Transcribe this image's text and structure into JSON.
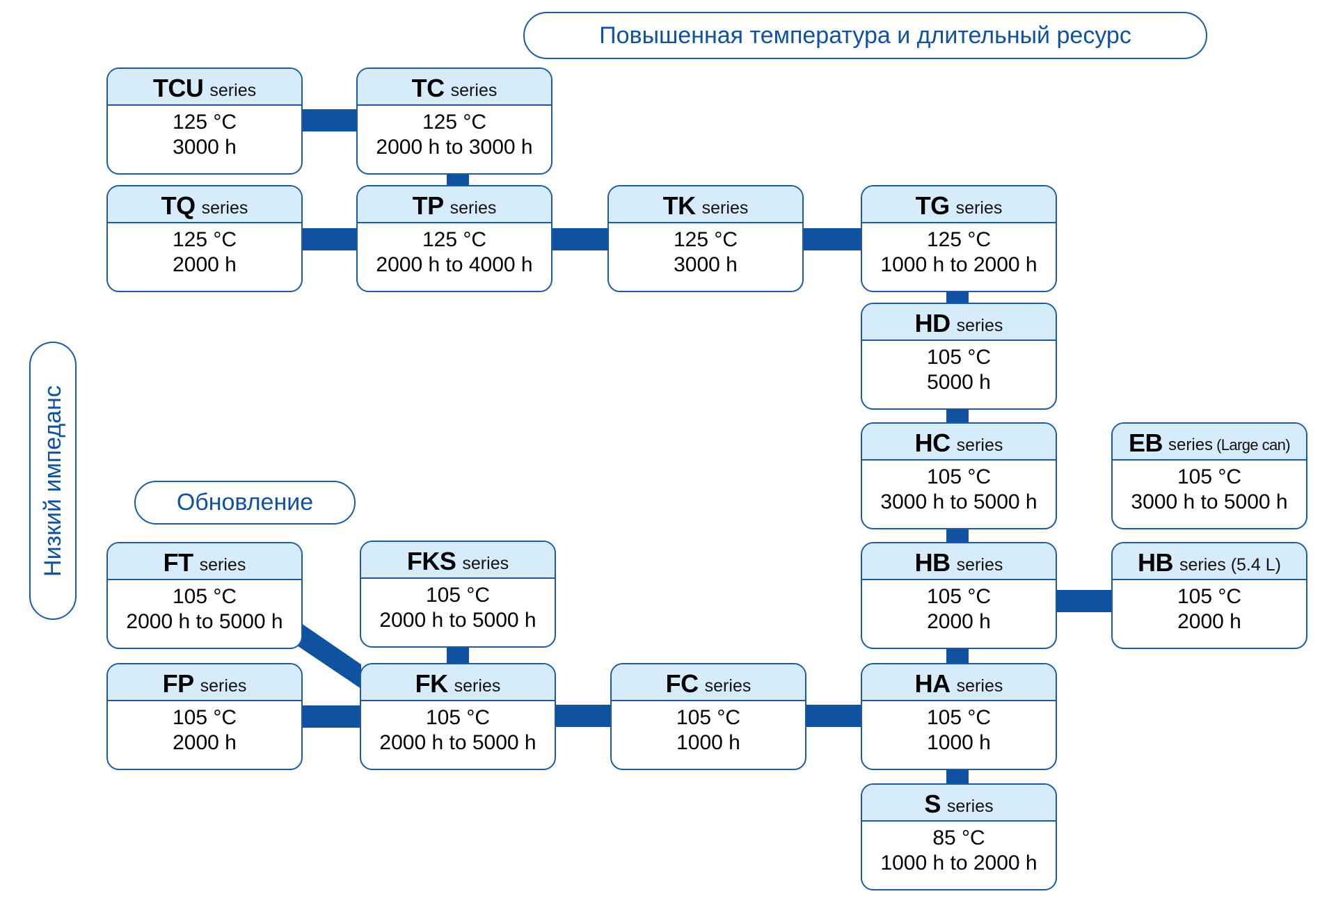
{
  "labels": {
    "top_category": "Повышенная температура и длительный ресурс",
    "left_category": "Низкий импеданс",
    "update_label": "Обновление"
  },
  "series_word": "series",
  "colors": {
    "connector": "#0f52a0",
    "border": "#1a5aa6",
    "header_fill": "#d6ecfb",
    "label_text": "#0f52a0"
  },
  "boxes": {
    "tcu": {
      "code": "TCU",
      "extra": "",
      "temp": "125 °C",
      "life": "3000 h"
    },
    "tc": {
      "code": "TC",
      "extra": "",
      "temp": "125 °C",
      "life": "2000 h to 3000 h"
    },
    "tq": {
      "code": "TQ",
      "extra": "",
      "temp": "125 °C",
      "life": "2000 h"
    },
    "tp": {
      "code": "TP",
      "extra": "",
      "temp": "125 °C",
      "life": "2000 h to 4000 h"
    },
    "tk": {
      "code": "TK",
      "extra": "",
      "temp": "125 °C",
      "life": "3000 h"
    },
    "tg": {
      "code": "TG",
      "extra": "",
      "temp": "125 °C",
      "life": "1000 h to 2000 h"
    },
    "hd": {
      "code": "HD",
      "extra": "",
      "temp": "105 °C",
      "life": "5000 h"
    },
    "hc": {
      "code": "HC",
      "extra": "",
      "temp": "105 °C",
      "life": "3000 h to 5000 h"
    },
    "eb": {
      "code": "EB",
      "extra": "(Large can)",
      "temp": "105 °C",
      "life": "3000 h to 5000 h"
    },
    "hb": {
      "code": "HB",
      "extra": "",
      "temp": "105 °C",
      "life": "2000 h"
    },
    "hb54": {
      "code": "HB",
      "extra": "(5.4 L)",
      "temp": "105 °C",
      "life": "2000 h"
    },
    "ft": {
      "code": "FT",
      "extra": "",
      "temp": "105 °C",
      "life": "2000 h to 5000 h"
    },
    "fks": {
      "code": "FKS",
      "extra": "",
      "temp": "105 °C",
      "life": "2000 h to 5000 h"
    },
    "fp": {
      "code": "FP",
      "extra": "",
      "temp": "105 °C",
      "life": "2000 h"
    },
    "fk": {
      "code": "FK",
      "extra": "",
      "temp": "105 °C",
      "life": "2000 h to 5000 h"
    },
    "fc": {
      "code": "FC",
      "extra": "",
      "temp": "105 °C",
      "life": "1000 h"
    },
    "ha": {
      "code": "HA",
      "extra": "",
      "temp": "105 °C",
      "life": "1000 h"
    },
    "s": {
      "code": "S",
      "extra": "",
      "temp": "85 °C",
      "life": "1000 h to 2000 h"
    }
  },
  "connections": [
    [
      "tcu",
      "tc"
    ],
    [
      "tc",
      "tp"
    ],
    [
      "tq",
      "tp"
    ],
    [
      "tp",
      "tk"
    ],
    [
      "tk",
      "tg"
    ],
    [
      "tg",
      "hd"
    ],
    [
      "hd",
      "hc"
    ],
    [
      "hc",
      "hb"
    ],
    [
      "hb",
      "hb54"
    ],
    [
      "hb",
      "ha"
    ],
    [
      "ha",
      "s"
    ],
    [
      "fc",
      "ha"
    ],
    [
      "fk",
      "fc"
    ],
    [
      "fp",
      "fk"
    ],
    [
      "fks",
      "fk"
    ],
    [
      "ft",
      "fk"
    ]
  ]
}
